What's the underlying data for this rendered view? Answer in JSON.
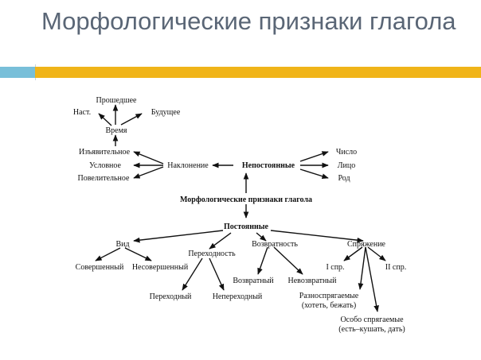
{
  "slide": {
    "title": "Морфологические признаки глагола",
    "colors": {
      "title": "#5a6676",
      "accent_bar": "#f0b418",
      "side_bar": "#78bfd9"
    }
  },
  "diagram": {
    "root": "Морфологические признаки глагола",
    "nonconstant": {
      "label": "Непостоянные",
      "mood": {
        "label": "Наклонение",
        "items": [
          "Изъявительное",
          "Условное",
          "Повелительное"
        ]
      },
      "time": {
        "label": "Время",
        "items": [
          "Прошедшее",
          "Наст.",
          "Будущее"
        ]
      },
      "other": [
        "Число",
        "Лицо",
        "Род"
      ]
    },
    "constant": {
      "label": "Постоянные",
      "aspect": {
        "label": "Вид",
        "items": [
          "Совершенный",
          "Несовершенный"
        ]
      },
      "transitivity": {
        "label": "Переходность",
        "items": [
          "Переходный",
          "Непереходный"
        ]
      },
      "reflexivity": {
        "label": "Возвратность",
        "items": [
          "Возвратный",
          "Невозвратный"
        ]
      },
      "conjugation": {
        "label": "Спряжение",
        "items": [
          "I спр.",
          "II спр."
        ],
        "heteroclitic": "Разноспрягаемые",
        "heteroclitic_note": "(хотеть, бежать)",
        "special": "Особо спрягаемые",
        "special_note": "(есть–кушать, дать)"
      }
    }
  }
}
